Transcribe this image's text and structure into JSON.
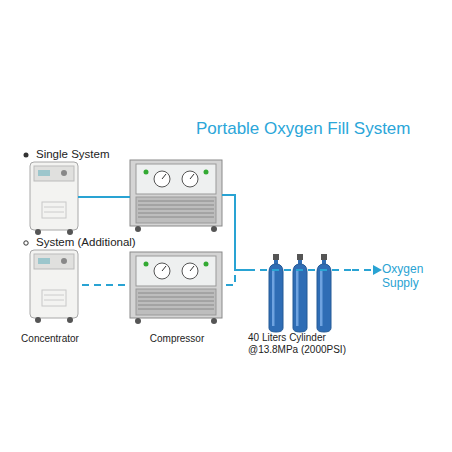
{
  "diagram": {
    "title": "Portable Oxygen Fill System",
    "nodes": [
      {
        "text": [
          "Concentrator"
        ]
      },
      {
        "text": [
          "Compressor"
        ]
      },
      {
        "text": [
          "40 Liters Cylinder @13.8MPa (2000PSI)"
        ]
      },
      {
        "text": [
          "Oxygen Supply"
        ]
      }
    ],
    "edges": [
      {
        "from": 0,
        "to": 1,
        "arrow": "none"
      },
      {
        "from": 1,
        "to": 2,
        "arrow": "none"
      },
      {
        "from": 2,
        "to": 3,
        "arrow": "to"
      }
    ],
    "labels": [
      "Single System",
      "System (Additional)"
    ]
  }
}
